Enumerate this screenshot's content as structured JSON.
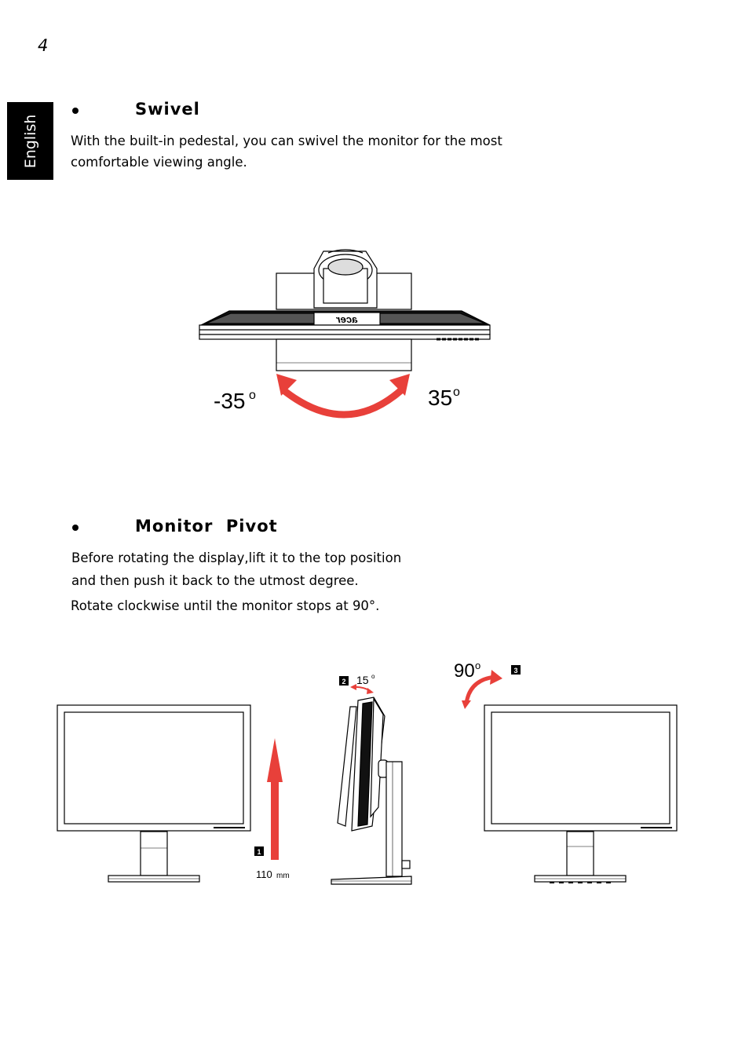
{
  "page_number": "4",
  "language_tab": "English",
  "swivel": {
    "heading": "Swivel",
    "text": "With the built-in pedestal, you can swivel the monitor for the most comfortable viewing angle.",
    "left_angle": "-35",
    "right_angle": "35",
    "degree_symbol": "o"
  },
  "pivot": {
    "heading": "Monitor  Pivot",
    "line1": "Before rotating the display,lift it to the top position",
    "line2": "and then push it back to the utmost degree.",
    "line3": "Rotate clockwise until the monitor stops at 90°.",
    "step1": "1",
    "step2": "2",
    "step3": "3",
    "lift_value": "110",
    "lift_unit": "mm",
    "tilt_angle": "15",
    "rotate_angle": "90",
    "degree_symbol": "o"
  },
  "colors": {
    "arrow_red": "#e8403a"
  }
}
